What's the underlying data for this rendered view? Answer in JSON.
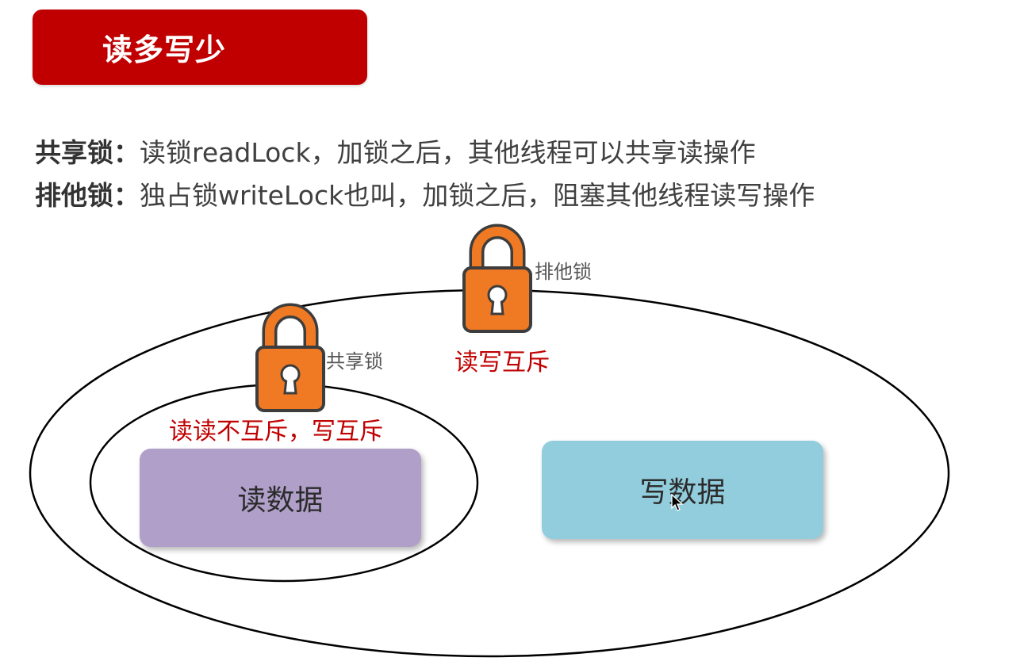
{
  "title": "读多写少",
  "definitions": [
    {
      "term": "共享锁：",
      "text": "读锁readLock，加锁之后，其他线程可以共享读操作"
    },
    {
      "term": "排他锁：",
      "text": "独占锁writeLock也叫，加锁之后，阻塞其他线程读写操作"
    }
  ],
  "diagram": {
    "exclusive_lock": {
      "label": "排他锁",
      "note": "读写互斥"
    },
    "shared_lock": {
      "label": "共享锁",
      "note": "读读不互斥，写互斥"
    },
    "read_data": "读数据",
    "write_data": "写数据"
  },
  "colors": {
    "banner": "#c00000",
    "lock_body": "#f07a23",
    "note_text": "#c00000",
    "read_box": "#b09fc8",
    "write_box": "#92cddd"
  },
  "icons": [
    "padlock-icon",
    "mouse-cursor-icon"
  ]
}
